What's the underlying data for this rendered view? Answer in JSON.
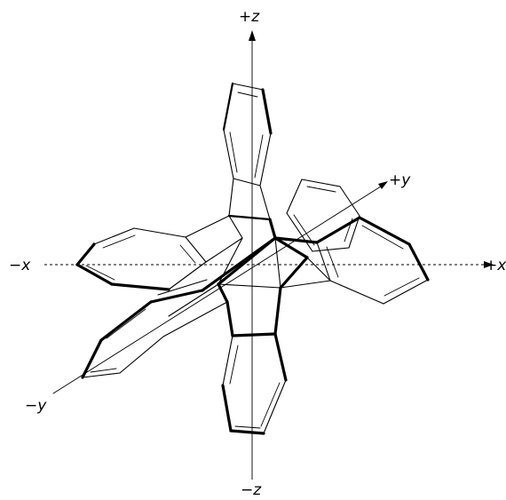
{
  "axes": {
    "plus_x": "+x",
    "minus_x": "−x",
    "plus_y": "+y",
    "minus_y": "−y",
    "plus_z": "+z",
    "minus_z": "−z"
  }
}
